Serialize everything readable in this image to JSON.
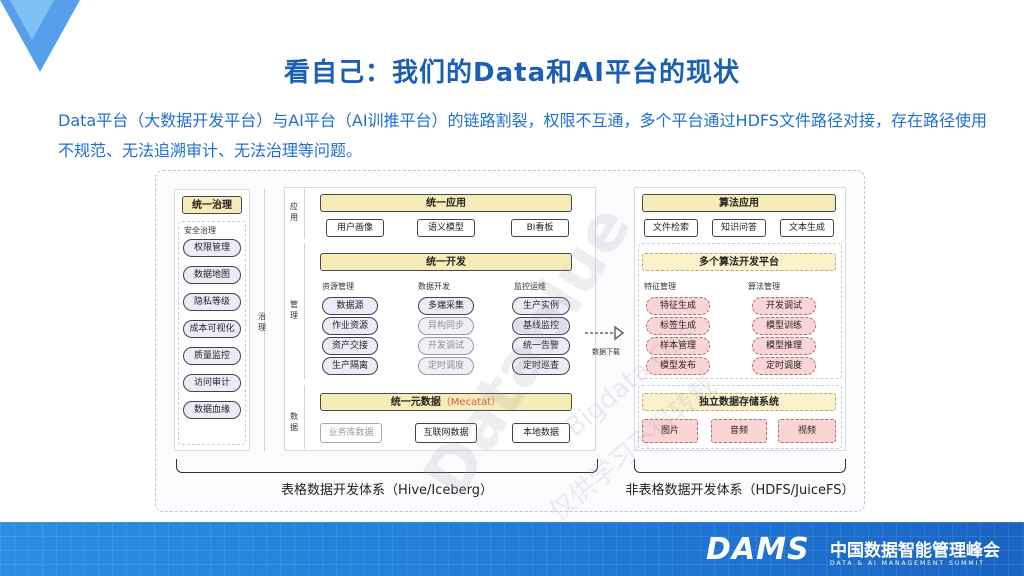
{
  "title": "看自己：我们的Data和AI平台的现状",
  "description": "Data平台（大数据开发平台）与AI平台（AI训推平台）的链路割裂，权限不互通，多个平台通过HDFS文件路径对接，存在路径使用不规范、无法追溯审计、无法治理等问题。",
  "governance": {
    "header": "统一治理",
    "section_label": "安全治理",
    "items": [
      "权限管理",
      "数据地图",
      "隐私等级",
      "成本可视化",
      "质量监控",
      "访问审计",
      "数据血缘"
    ],
    "side_label": "治理"
  },
  "application": {
    "side_label": "应用",
    "header": "统一应用",
    "items": [
      "用户画像",
      "语义模型",
      "BI看板"
    ]
  },
  "management": {
    "side_label": "管理",
    "header": "统一开发",
    "groups": [
      {
        "label": "资源管理",
        "items": [
          "数据源",
          "作业资源",
          "资产交接",
          "生产隔离"
        ]
      },
      {
        "label": "数据开发",
        "items": [
          "多端采集",
          "异构同步",
          "开发调试",
          "定时调度"
        ]
      },
      {
        "label": "监控运维",
        "items": [
          "生产实例",
          "基线监控",
          "统一告警",
          "定时巡查"
        ]
      }
    ]
  },
  "data_layer": {
    "side_label": "数据",
    "header": "统一元数据",
    "header_highlight": "（Mecatat）",
    "items": [
      "业务库数据",
      "互联网数据",
      "本地数据"
    ]
  },
  "transfer_label": "数据下载",
  "ai": {
    "app_header": "算法应用",
    "app_items": [
      "文件检索",
      "知识问答",
      "文本生成"
    ],
    "dev_header": "多个算法开发平台",
    "feature_label": "特征管理",
    "feature_items": [
      "特征生成",
      "标签生成",
      "样本管理",
      "模型发布"
    ],
    "algo_label": "算法管理",
    "algo_items": [
      "开发调试",
      "模型训练",
      "模型推理",
      "定时调度"
    ],
    "storage_header": "独立数据存储系统",
    "storage_items": [
      "图片",
      "音频",
      "视频"
    ]
  },
  "captions": {
    "left": "表格数据开发体系（Hive/Iceberg）",
    "right": "非表格数据开发体系（HDFS/JuiceFS）"
  },
  "watermark": {
    "brand": "Datablue",
    "url": "Bigdata Ops",
    "notice": "仅供学习不得转载"
  },
  "footer": {
    "brand": "DAMS",
    "name_cn": "中国数据智能管理峰会",
    "name_en": "DATA & AI MANAGEMENT SUMMIT"
  },
  "colors": {
    "title": "#1a5fb4",
    "description": "#1f6fd1",
    "footer": "#1f7ad6",
    "header_fill": "#f6ecb8",
    "pill_fill": "#ecebf7",
    "ai_pill_fill": "#fbd4d4"
  }
}
